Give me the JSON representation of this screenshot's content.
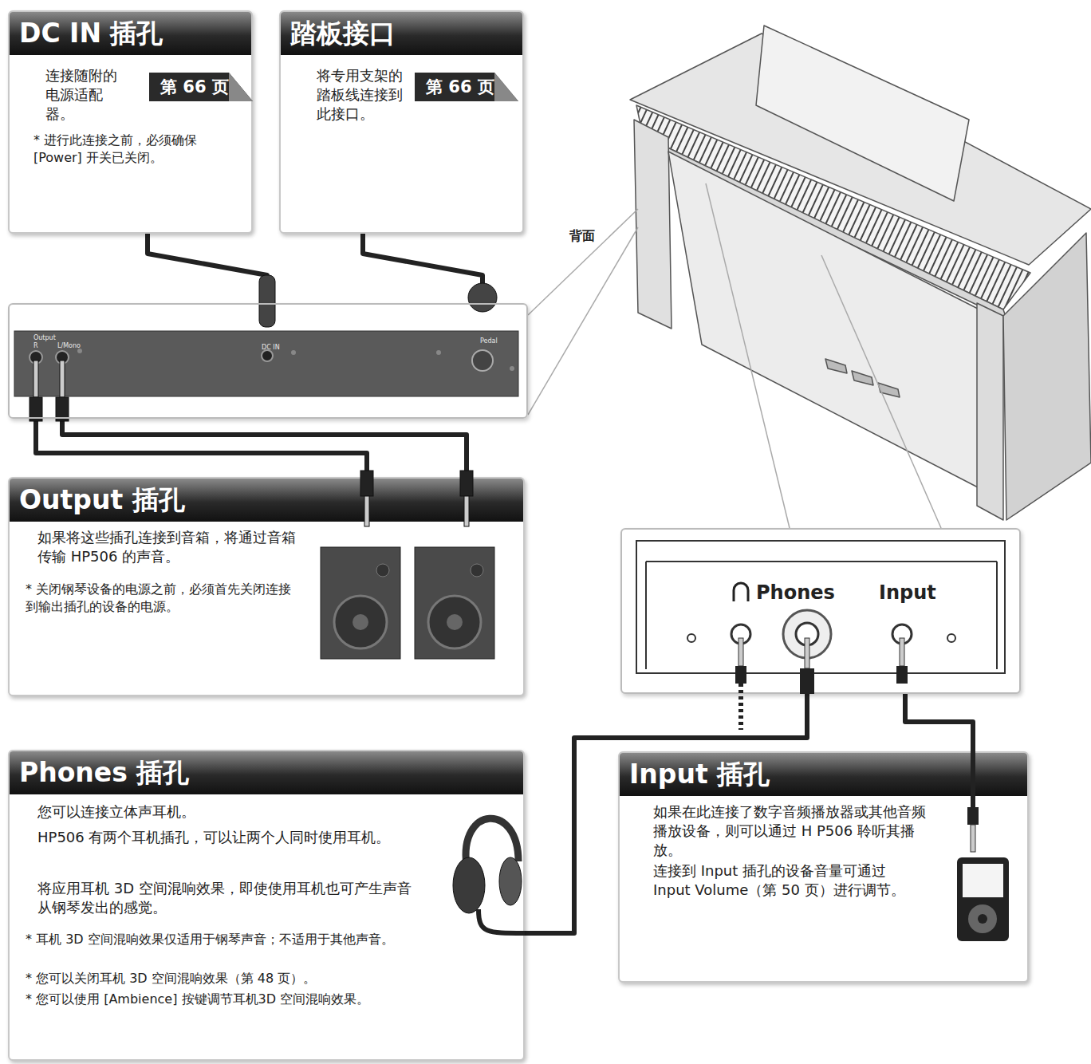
{
  "diagram": {
    "nodes": [
      {
        "text": [
          "DC IN 插孔",
          "连接随附的电源适配器。",
          "* 进行此连接之前，必须确保[Power] 开关已关闭。"
        ]
      },
      {
        "text": [
          "第 66 页"
        ],
        "in": 0
      },
      {
        "text": [
          "踏板接口",
          "将专用支架的踏板线连接到此接口。"
        ]
      },
      {
        "text": [
          "第 66 页"
        ],
        "in": 2
      },
      {
        "text": [
          "Output",
          "R",
          "L/Mono",
          "DC IN",
          "Pedal"
        ]
      },
      {
        "text": [
          "Output 插孔",
          "如果将这些插孔连接到音箱，将通过音箱传输 HP506 的声音。",
          "* 关闭钢琴设备的电源之前，必须首先关闭连接到输出插孔的设备的电源。"
        ]
      },
      {
        "text": [
          "Phones",
          "Input"
        ]
      },
      {
        "text": [
          "Phones 插孔",
          "您可以连接立体声耳机。",
          "HP506 有两个耳机插孔，可以让两个人同时使用耳机。",
          "将应用耳机 3D 空间混响效果，即使使用耳机也可产生声音从钢琴发出的感觉。",
          "* 耳机 3D 空间混响效果仅适用于钢琴声音；不适用于其他声音。",
          "* 您可以关闭耳机 3D 空间混响效果（第 48 页）。",
          "* 您可以使用 [Ambience] 按键调节耳机3D 空间混响效果。"
        ]
      },
      {
        "text": [
          "Input 插孔",
          "如果在此连接了数字音频播放器或其他音频播放设备，则可以通过 H P506 聆听其播放。",
          "连接到 Input 插孔的设备音量可通过 Input Volume（第 50 页）进行调节。"
        ]
      }
    ],
    "edges": [
      {
        "from": 0,
        "to": 4,
        "arrow": "none"
      },
      {
        "from": 2,
        "to": 4,
        "arrow": "none"
      },
      {
        "from": 4,
        "to": 5,
        "arrow": "none"
      },
      {
        "from": 4,
        "to": 5,
        "arrow": "none"
      },
      {
        "from": 7,
        "to": 6,
        "arrow": "none"
      },
      {
        "from": 8,
        "to": 6,
        "arrow": "none"
      }
    ],
    "labels": [
      "背面"
    ]
  }
}
